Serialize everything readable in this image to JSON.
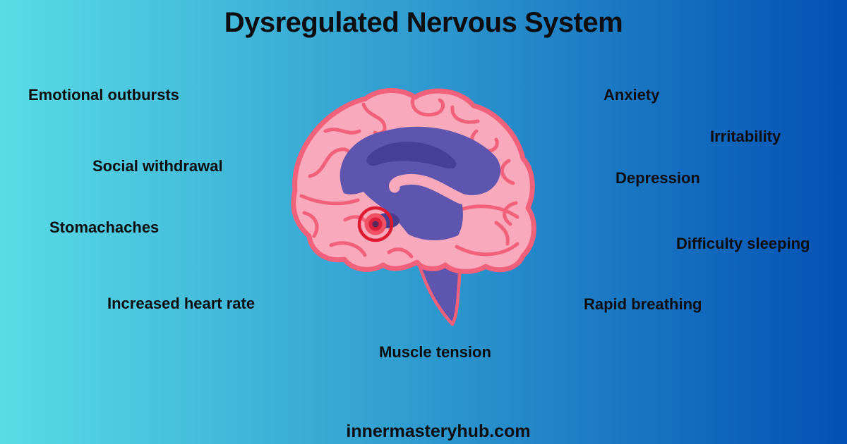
{
  "title": "Dysregulated Nervous System",
  "symptoms": {
    "left": [
      "Emotional outbursts",
      "Social withdrawal",
      "Stomachaches",
      "Increased heart rate"
    ],
    "right": [
      "Anxiety",
      "Irritability",
      "Depression",
      "Difficulty sleeping",
      "Rapid breathing"
    ],
    "bottom": "Muscle tension"
  },
  "footer": {
    "website": "innermasteryhub.com"
  },
  "illustration": {
    "name": "brain-sagittal-cross-section",
    "highlight": "red-target-pain-marker",
    "colors": {
      "cortex_pink": "#F9A9BC",
      "outline_rose": "#F2617B",
      "limbic_purple": "#5E55AE",
      "deep_purple": "#47409A",
      "alert_red": "#DE1A31",
      "alert_red_mid": "#EF5063"
    }
  },
  "background": {
    "gradient_start": "#5ADCE6",
    "gradient_end": "#0450B4"
  },
  "text_color": "#0D0D10"
}
